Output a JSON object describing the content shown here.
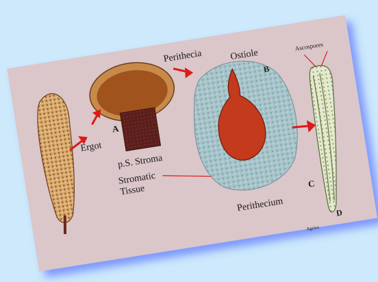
{
  "labels": {
    "perithecia": "Perithecia",
    "ostiole": "Ostiole",
    "ascospores": "Ascospores",
    "ergot": "Ergot",
    "panel_a": "A",
    "stroma": "p.S. Stroma",
    "stromatic_tissue_1": "Stromatic",
    "stromatic_tissue_2": "Tissue",
    "perithecium": "Perithecium",
    "panel_b": "B",
    "panel_c": "C",
    "panel_d": "D",
    "signature": "Agrios"
  },
  "colors": {
    "background": "#cde9fb",
    "card": "#dbc6c9",
    "arrow": "#e01818",
    "stroma_brown": "#a0531c",
    "stalk_dark": "#5a1f1c",
    "perithecium_red": "#c43a1c",
    "tissue_blue": "#a6c4c9",
    "ergot_tan": "#d8a86c"
  },
  "icons": [
    "ergot-sclerotium",
    "stroma-head",
    "perithecium-section",
    "ascus-icon",
    "arrow-icon"
  ]
}
